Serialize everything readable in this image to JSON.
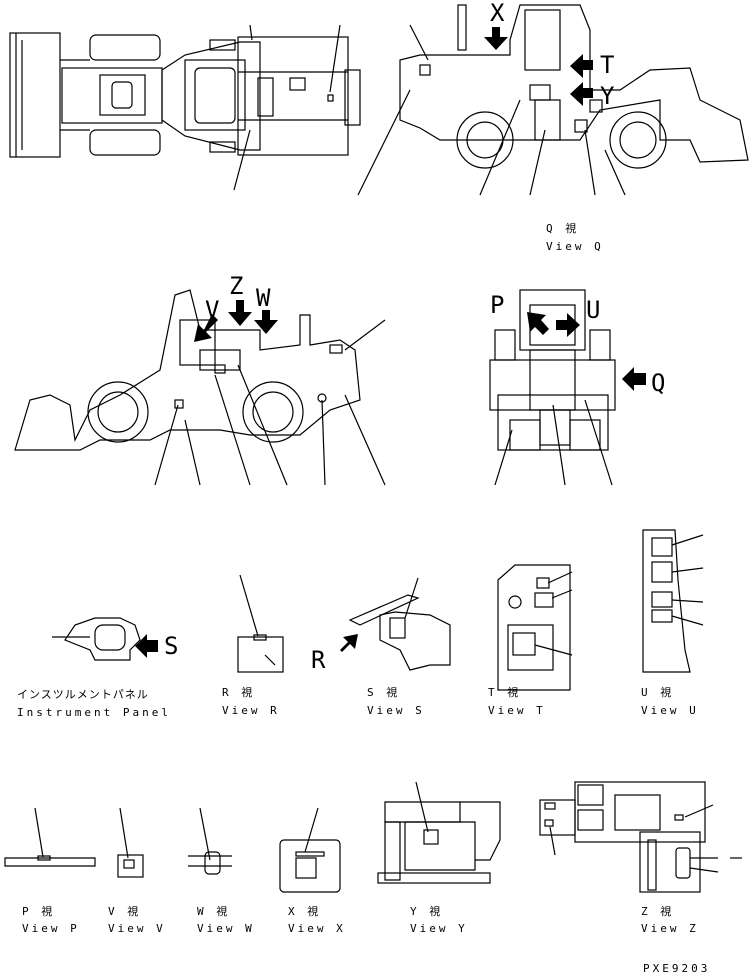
{
  "arrow_letters": {
    "X": "X",
    "T": "T",
    "Y": "Y",
    "Z": "Z",
    "W": "W",
    "V": "V",
    "P": "P",
    "U": "U",
    "Q": "Q",
    "S": "S",
    "R": "R"
  },
  "captions": {
    "view_q": {
      "jp": "Q 視",
      "en": "View Q"
    },
    "instrument_panel": {
      "jp": "インスツルメントパネル",
      "en": "Instrument Panel"
    },
    "view_r": {
      "jp": "R 視",
      "en": "View R"
    },
    "view_s": {
      "jp": "S 視",
      "en": "View S"
    },
    "view_t": {
      "jp": "T 視",
      "en": "View T"
    },
    "view_u": {
      "jp": "U 視",
      "en": "View U"
    },
    "view_p": {
      "jp": "P 視",
      "en": "View P"
    },
    "view_v": {
      "jp": "V 視",
      "en": "View V"
    },
    "view_w": {
      "jp": "W 視",
      "en": "View W"
    },
    "view_x": {
      "jp": "X 視",
      "en": "View X"
    },
    "view_y": {
      "jp": "Y 視",
      "en": "View Y"
    },
    "view_z": {
      "jp": "Z 視",
      "en": "View Z"
    }
  },
  "drawing_code": "PXE9203"
}
